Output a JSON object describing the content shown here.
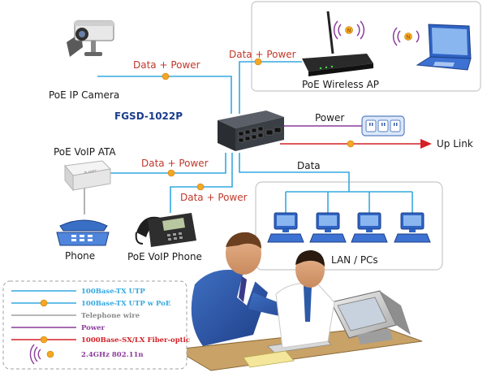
{
  "labels": {
    "switch_model": "FGSD-1022P",
    "ip_camera": "PoE IP Camera",
    "wireless_ap": "PoE Wireless AP",
    "voip_ata": "PoE VoIP ATA",
    "phone": "Phone",
    "voip_phone": "PoE VoIP Phone",
    "lan_pcs": "LAN / PCs",
    "uplink": "Up Link",
    "power": "Power",
    "data": "Data",
    "data_power": "Data + Power"
  },
  "legend": {
    "items": [
      {
        "label": "100Base-TX UTP",
        "color": "#35a8e0"
      },
      {
        "label": "100Base-TX UTP w PoE",
        "color": "#35a8e0"
      },
      {
        "label": "Telephone wire",
        "color": "#a0a0a0"
      },
      {
        "label": "Power",
        "color": "#8a3c9a"
      },
      {
        "label": "1000Base-SX/LX Fiber-optic",
        "color": "#d42027"
      },
      {
        "label": "2.4GHz 802.11n",
        "color": "#8a3c9a"
      }
    ]
  },
  "colors": {
    "utp": "#35a8e0",
    "poe_dot": "#f5a623",
    "power": "#8a3c9a",
    "fiber": "#d42027",
    "switch_label": "#1a3c8c",
    "data_power_text": "#c0392b"
  }
}
